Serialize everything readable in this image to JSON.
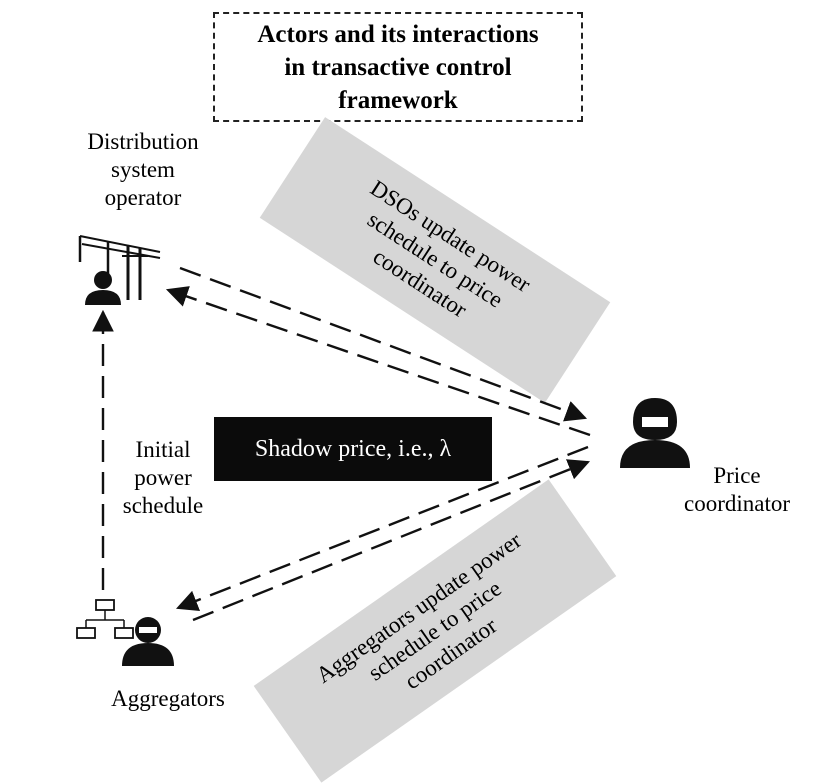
{
  "title": {
    "lines": [
      "Actors and its interactions",
      "in transactive control",
      "framework"
    ]
  },
  "actors": {
    "dso": {
      "lines": [
        "Distribution",
        "system",
        "operator"
      ],
      "icon": "power-line-operator-icon"
    },
    "price_coordinator": {
      "lines": [
        "Price",
        "coordinator"
      ],
      "icon": "person-icon"
    },
    "aggregators": {
      "label": "Aggregators",
      "icon": "hierarchy-person-icon"
    }
  },
  "labels": {
    "dso_update": [
      "DSOs update power",
      "schedule to price",
      "coordinator"
    ],
    "agg_update": [
      "Aggregators update power",
      "schedule to price",
      "coordinator"
    ],
    "shadow_price": "Shadow price, i.e., λ",
    "initial_schedule": [
      "Initial",
      "power",
      "schedule"
    ]
  },
  "colors": {
    "gray_box": "#d6d6d6",
    "black_box": "#0b0b0b",
    "line": "#111111"
  }
}
